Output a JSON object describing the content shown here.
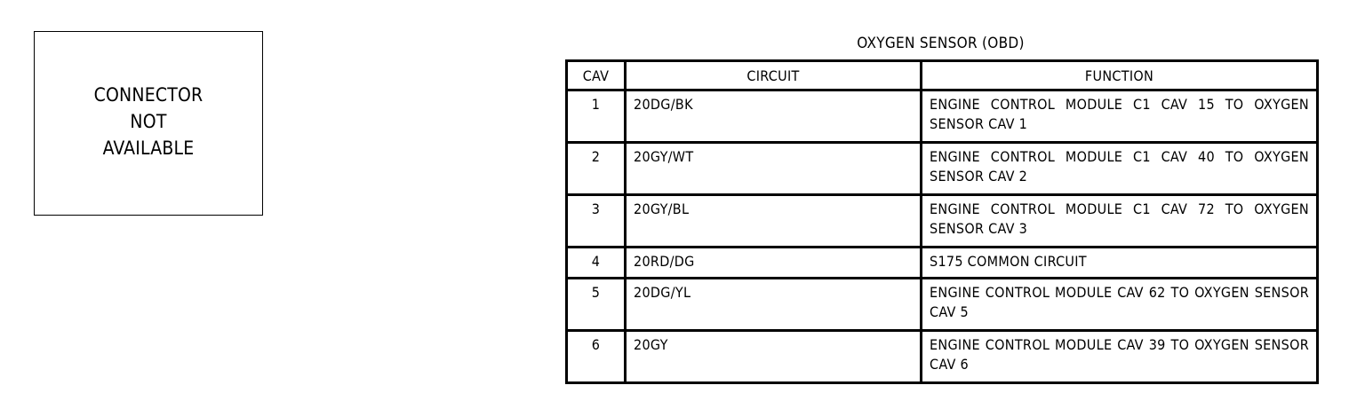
{
  "connector": {
    "line1": "CONNECTOR",
    "line2": "NOT",
    "line3": "AVAILABLE"
  },
  "table": {
    "title": "OXYGEN SENSOR (OBD)",
    "headers": {
      "cav": "CAV",
      "circuit": "CIRCUIT",
      "function": "FUNCTION"
    },
    "rows": [
      {
        "cav": "1",
        "circuit": "20DG/BK",
        "function": "ENGINE CONTROL MODULE C1 CAV 15 TO OXYGEN SENSOR CAV 1"
      },
      {
        "cav": "2",
        "circuit": "20GY/WT",
        "function": "ENGINE CONTROL MODULE C1 CAV 40 TO OXYGEN SENSOR CAV 2"
      },
      {
        "cav": "3",
        "circuit": "20GY/BL",
        "function": "ENGINE CONTROL MODULE C1 CAV 72 TO OXYGEN SENSOR CAV 3"
      },
      {
        "cav": "4",
        "circuit": "20RD/DG",
        "function": "S175 COMMON CIRCUIT"
      },
      {
        "cav": "5",
        "circuit": "20DG/YL",
        "function": "ENGINE CONTROL MODULE CAV 62 TO OXYGEN SENSOR CAV 5"
      },
      {
        "cav": "6",
        "circuit": "20GY",
        "function": "ENGINE CONTROL MODULE CAV 39 TO OXYGEN SENSOR CAV 6"
      }
    ]
  }
}
